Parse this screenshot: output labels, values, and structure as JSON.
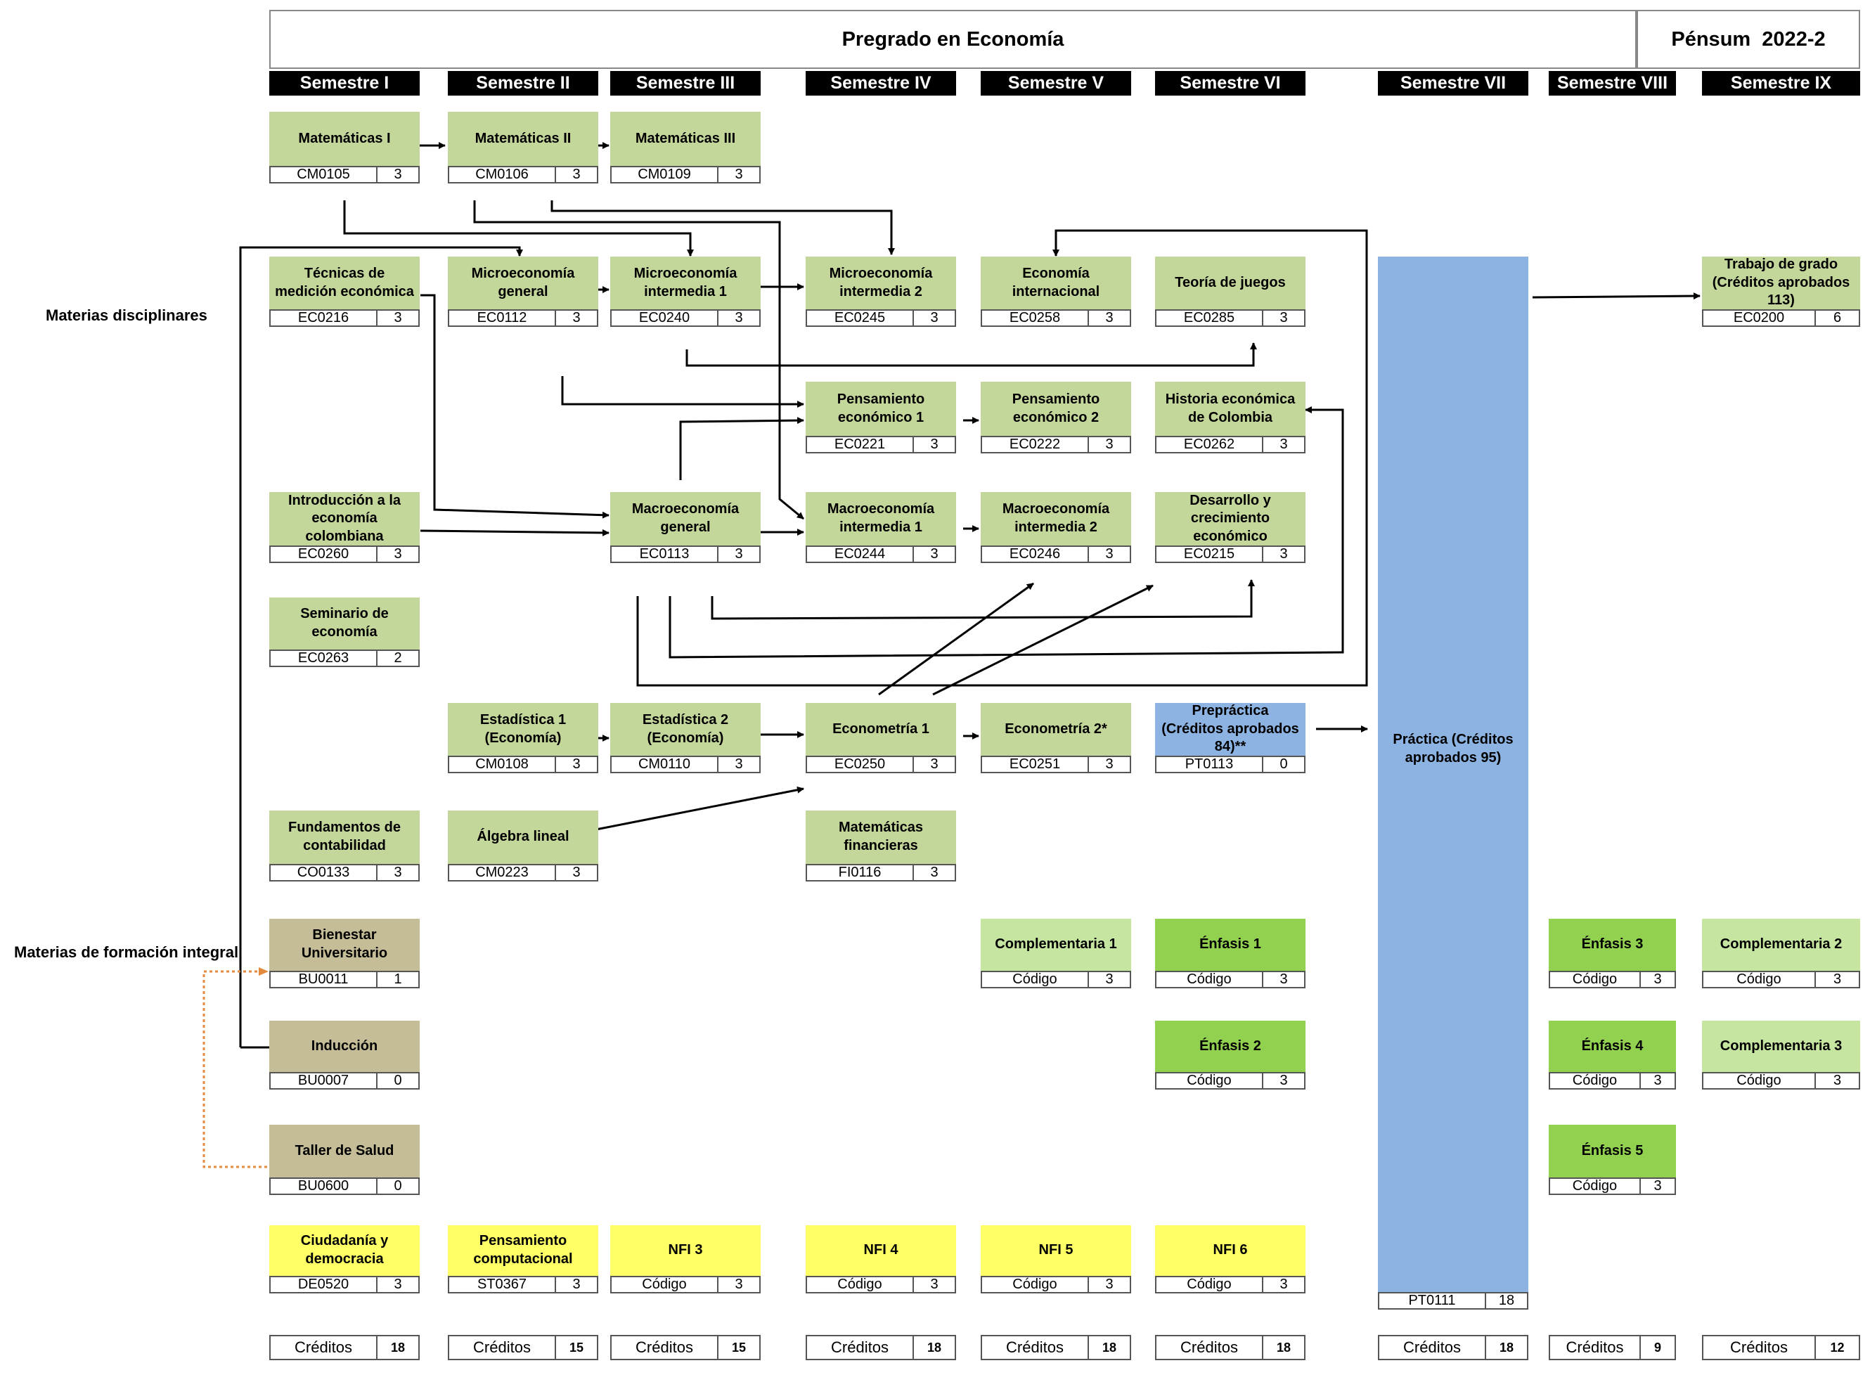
{
  "header": {
    "program_title": "Pregrado en Economía",
    "pensum": "Pénsum  2022-2"
  },
  "semesters": [
    "Semestre I",
    "Semestre II",
    "Semestre III",
    "Semestre IV",
    "Semestre V",
    "Semestre VI",
    "Semestre VII",
    "Semestre VIII",
    "Semestre IX"
  ],
  "categories": {
    "disciplinares": "Materias disciplinares",
    "formacion_integral": "Materias de formación integral"
  },
  "colors": {
    "disciplinar": "#c4d79b",
    "practica": "#8db3e2",
    "bienestar": "#c4bd97",
    "complementaria": "#c5e5a0",
    "enfasis": "#92d050",
    "nfi": "#ffff66",
    "connector_dotted": "#e38a3c"
  },
  "courses": [
    {
      "name": "Matemáticas I",
      "code": "CM0105",
      "credits": "3"
    },
    {
      "name": "Matemáticas II",
      "code": "CM0106",
      "credits": "3"
    },
    {
      "name": "Matemáticas III",
      "code": "CM0109",
      "credits": "3"
    },
    {
      "name": "Técnicas de medición económica",
      "code": "EC0216",
      "credits": "3"
    },
    {
      "name": "Microeconomía general",
      "code": "EC0112",
      "credits": "3"
    },
    {
      "name": "Microeconomía intermedia 1",
      "code": "EC0240",
      "credits": "3"
    },
    {
      "name": "Microeconomía intermedia 2",
      "code": "EC0245",
      "credits": "3"
    },
    {
      "name": "Economía internacional",
      "code": "EC0258",
      "credits": "3"
    },
    {
      "name": "Teoría de juegos",
      "code": "EC0285",
      "credits": "3"
    },
    {
      "name": "Trabajo de grado (Créditos aprobados 113)",
      "code": "EC0200",
      "credits": "6"
    },
    {
      "name": "Pensamiento económico 1",
      "code": "EC0221",
      "credits": "3"
    },
    {
      "name": "Pensamiento económico 2",
      "code": "EC0222",
      "credits": "3"
    },
    {
      "name": "Historia económica de Colombia",
      "code": "EC0262",
      "credits": "3"
    },
    {
      "name": "Introducción a la economía colombiana",
      "code": "EC0260",
      "credits": "3"
    },
    {
      "name": "Macroeconomía general",
      "code": "EC0113",
      "credits": "3"
    },
    {
      "name": "Macroeconomía intermedia 1",
      "code": "EC0244",
      "credits": "3"
    },
    {
      "name": "Macroeconomía intermedia 2",
      "code": "EC0246",
      "credits": "3"
    },
    {
      "name": "Desarrollo y crecimiento económico",
      "code": "EC0215",
      "credits": "3"
    },
    {
      "name": "Seminario de economía",
      "code": "EC0263",
      "credits": "2"
    },
    {
      "name": "Estadística 1 (Economía)",
      "code": "CM0108",
      "credits": "3"
    },
    {
      "name": "Estadística 2 (Economía)",
      "code": "CM0110",
      "credits": "3"
    },
    {
      "name": "Econometría 1",
      "code": "EC0250",
      "credits": "3"
    },
    {
      "name": "Econometría 2*",
      "code": "EC0251",
      "credits": "3"
    },
    {
      "name": "Prepráctica (Créditos aprobados 84)**",
      "code": "PT0113",
      "credits": "0"
    },
    {
      "name": "Fundamentos de contabilidad",
      "code": "CO0133",
      "credits": "3"
    },
    {
      "name": "Álgebra lineal",
      "code": "CM0223",
      "credits": "3"
    },
    {
      "name": "Matemáticas financieras",
      "code": "FI0116",
      "credits": "3"
    },
    {
      "name": "Bienestar Universitario",
      "code": "BU0011",
      "credits": "1"
    },
    {
      "name": "Complementaria 1",
      "code": "Código",
      "credits": "3"
    },
    {
      "name": "Énfasis 1",
      "code": "Código",
      "credits": "3"
    },
    {
      "name": "Énfasis 3",
      "code": "Código",
      "credits": "3"
    },
    {
      "name": "Complementaria 2",
      "code": "Código",
      "credits": "3"
    },
    {
      "name": "Inducción",
      "code": "BU0007",
      "credits": "0"
    },
    {
      "name": "Énfasis 2",
      "code": "Código",
      "credits": "3"
    },
    {
      "name": "Énfasis 4",
      "code": "Código",
      "credits": "3"
    },
    {
      "name": "Complementaria 3",
      "code": "Código",
      "credits": "3"
    },
    {
      "name": "Taller de Salud",
      "code": "BU0600",
      "credits": "0"
    },
    {
      "name": "Énfasis 5",
      "code": "Código",
      "credits": "3"
    },
    {
      "name": "Ciudadanía y democracia",
      "code": "DE0520",
      "credits": "3"
    },
    {
      "name": "Pensamiento computacional",
      "code": "ST0367",
      "credits": "3"
    },
    {
      "name": "NFI 3",
      "code": "Código",
      "credits": "3"
    },
    {
      "name": "NFI 4",
      "code": "Código",
      "credits": "3"
    },
    {
      "name": "NFI 5",
      "code": "Código",
      "credits": "3"
    },
    {
      "name": "NFI 6",
      "code": "Código",
      "credits": "3"
    }
  ],
  "practica": {
    "name": "Práctica (Créditos aprobados 95)",
    "code": "PT0111",
    "credits": "18"
  },
  "credit_totals": {
    "label": "Créditos",
    "values": [
      "18",
      "15",
      "15",
      "18",
      "18",
      "18",
      "18",
      "9",
      "12"
    ]
  }
}
